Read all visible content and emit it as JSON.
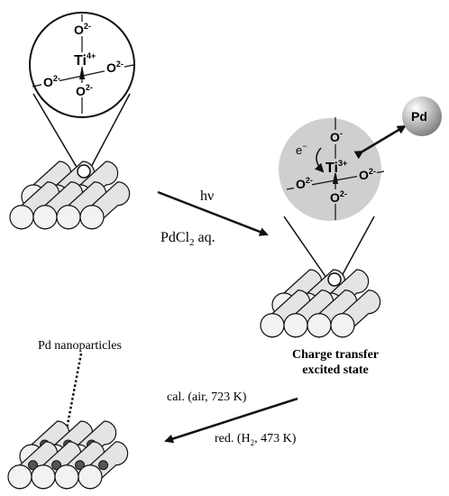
{
  "top_site": {
    "center": "Ti",
    "center_charge": "4+",
    "o_label": "O",
    "o_charge": "2-"
  },
  "excited_site": {
    "center": "Ti",
    "center_charge": "3+",
    "o_label": "O",
    "o_charge": "2-",
    "o_top_charge": "-",
    "electron": "e",
    "electron_charge": "−",
    "pd_label": "Pd"
  },
  "step1": {
    "line1": "hν",
    "line2_main": "PdCl",
    "line2_sub": "2",
    "line2_tail": " aq."
  },
  "excited_caption": {
    "line1": "Charge transfer",
    "line2": "excited state"
  },
  "step2": {
    "line1": "cal. (air, 723 K)",
    "line2_head": "red. (H",
    "line2_sub": "2",
    "line2_tail": ", 473 K)"
  },
  "nano_label": "Pd nanoparticles",
  "colors": {
    "ink": "#111111",
    "tube_fill": "#e4e4e4",
    "tube_face": "#f2f2f2",
    "sphere_fill": "#cfcfcf",
    "pd_ball": "#9a9a9a",
    "nanoparticle": "#555555"
  }
}
